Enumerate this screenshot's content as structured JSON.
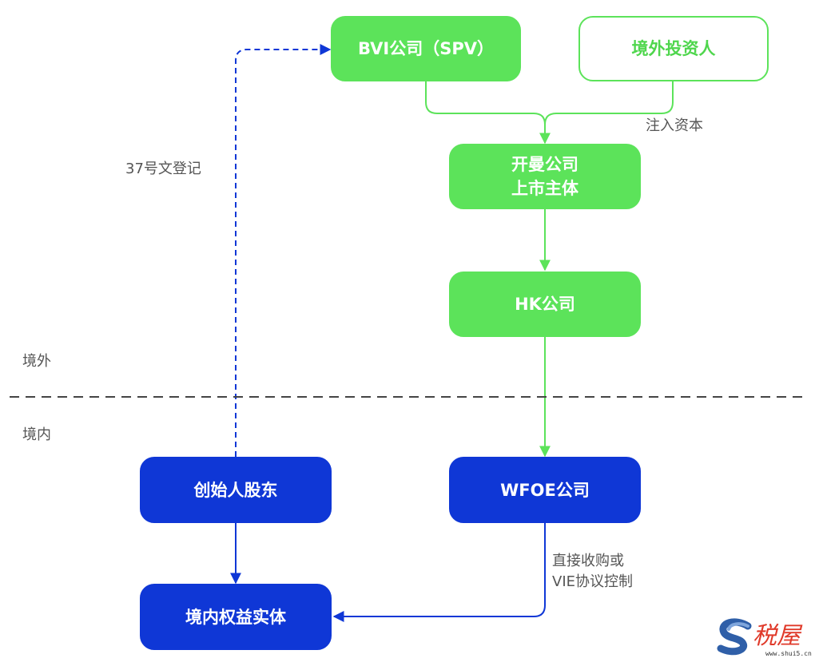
{
  "nodes": {
    "bvi": "BVI公司（SPV）",
    "investor": "境外投资人",
    "cayman_line1": "开曼公司",
    "cayman_line2": "上市主体",
    "hk": "HK公司",
    "founder": "创始人股东",
    "wfoe": "WFOE公司",
    "domestic": "境内权益实体"
  },
  "labels": {
    "capital_injection": "注入资本",
    "circular37": "37号文登记",
    "offshore": "境外",
    "onshore": "境内",
    "control_line1": "直接收购或",
    "control_line2": "VIE协议控制"
  },
  "watermark": {
    "brand": "税屋",
    "url": "www.shui5.cn"
  },
  "colors": {
    "green": "#5ce35a",
    "blue": "#0f37d6",
    "divider": "#444444"
  }
}
